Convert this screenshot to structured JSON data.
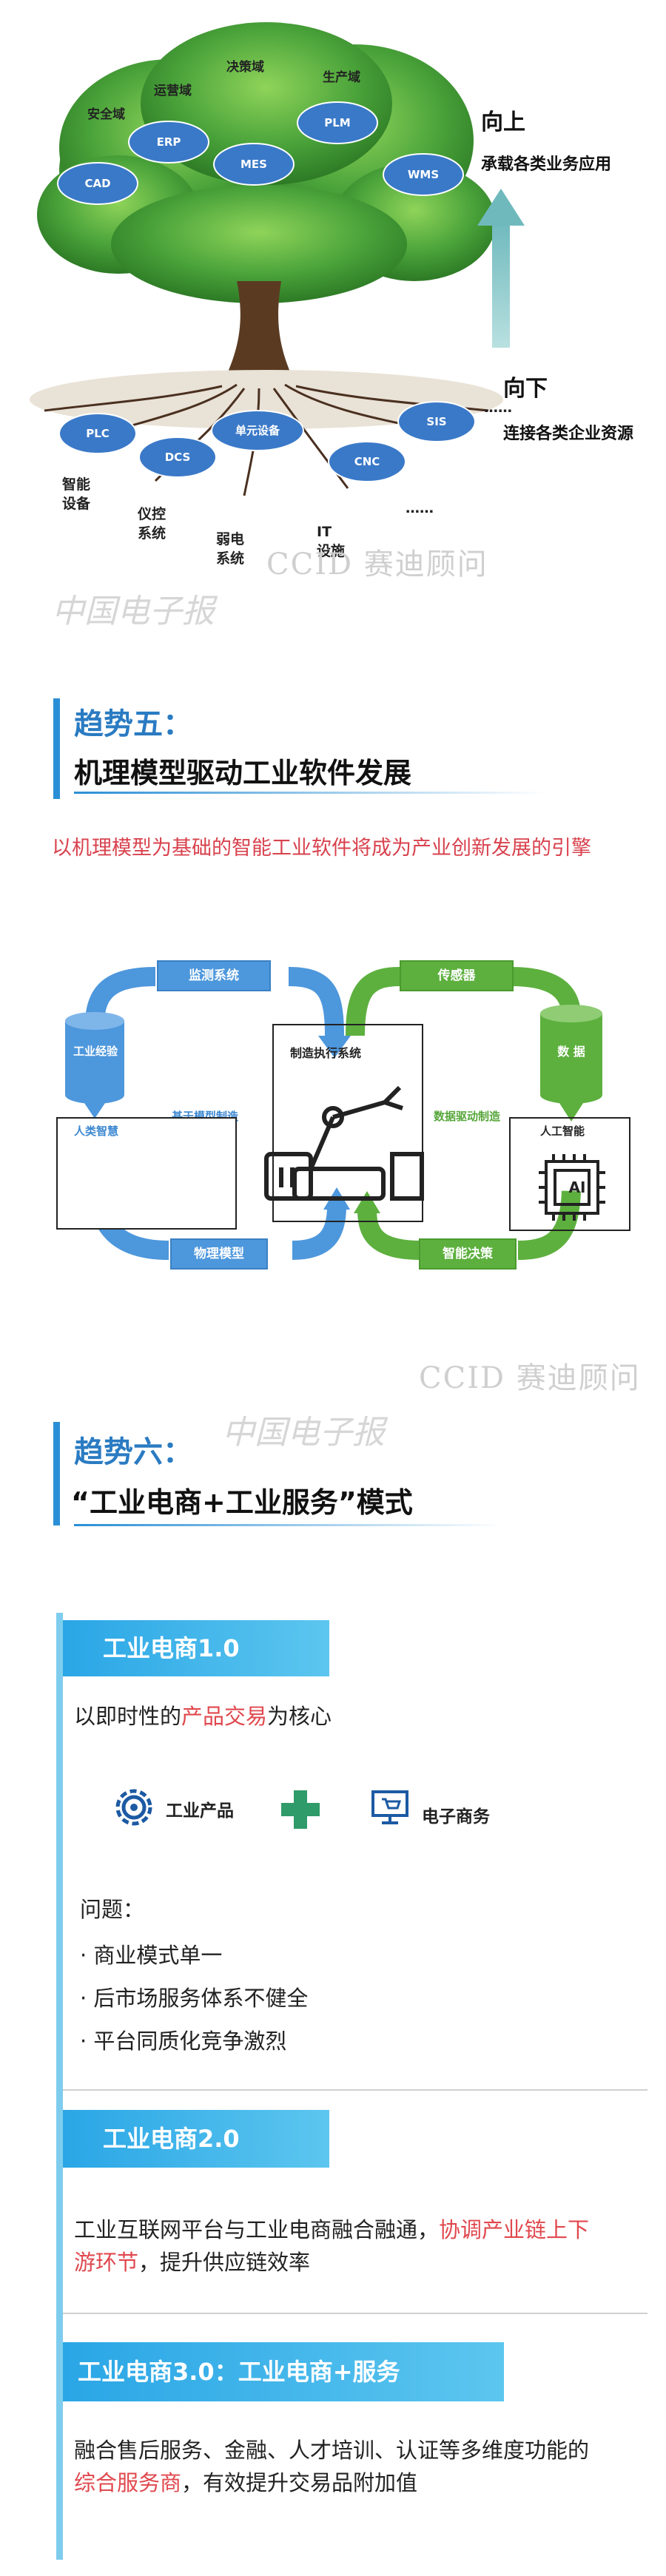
{
  "tree": {
    "domains": {
      "security": "安全域",
      "operation": "运营域",
      "decision": "决策域",
      "production": "生产域"
    },
    "crown_nodes": [
      "CAD",
      "ERP",
      "MES",
      "PLM",
      "WMS"
    ],
    "root_nodes": [
      "PLC",
      "DCS",
      "单元设备",
      "CNC",
      "SIS"
    ],
    "root_labels": [
      "智能\n设备",
      "仪控\n系统",
      "弱电\n系统",
      "IT\n设施",
      "……"
    ],
    "root_ellipsis": "……",
    "up_title": "向上",
    "up_sub": "承载各类业务应用",
    "down_title": "向下",
    "down_sub": "连接各类企业资源",
    "watermark_cn": "中国电子报",
    "watermark_ccid": "CCID 赛迪顾问",
    "colors": {
      "node": "#3a79c8",
      "arrow": "#8cc9cc",
      "leaf": "#4aa33a"
    }
  },
  "trend5": {
    "heading1": "趋势五：",
    "heading2": "机理模型驱动工业软件发展",
    "desc": "以机理模型为基础的智能工业软件将成为产业创新发展的引擎",
    "diagram": {
      "monitor": "监测系统",
      "experience": "工业经验",
      "model_based": "基于模型制造",
      "human": "人类智慧",
      "physical": "物理模型",
      "mes": "制造执行系统",
      "sensor": "传感器",
      "data": "数 据",
      "data_driven": "数据驱动制造",
      "ai_title": "人工智能",
      "ai_chip": "AI",
      "decision": "智能决策"
    }
  },
  "watermark2_cn": "中国电子报",
  "watermark2_ccid": "CCID 赛迪顾问",
  "trend6": {
    "heading1": "趋势六：",
    "heading2": "“工业电商+工业服务”模式",
    "v1": {
      "title": "工业电商1.0",
      "line_pre": "以即时性的",
      "line_accent": "产品交易",
      "line_post": "为核心",
      "icon1_label": "工业产品",
      "icon2_label": "电子商务",
      "issues_title": "问题：",
      "issues": [
        "· 商业模式单一",
        "· 后市场服务体系不健全",
        "· 平台同质化竞争激烈"
      ]
    },
    "v2": {
      "title": "工业电商2.0",
      "text_pre": "工业互联网平台与工业电商融合融通，",
      "text_accent": "协调产业链上下游环节",
      "text_post": "，提升供应链效率"
    },
    "v3": {
      "title": "工业电商3.0：工业电商+服务",
      "text_pre": "融合售后服务、金融、人才培训、认证等多维度功能的",
      "text_accent": "综合服务商",
      "text_post": "，有效提升交易品附加值"
    }
  }
}
